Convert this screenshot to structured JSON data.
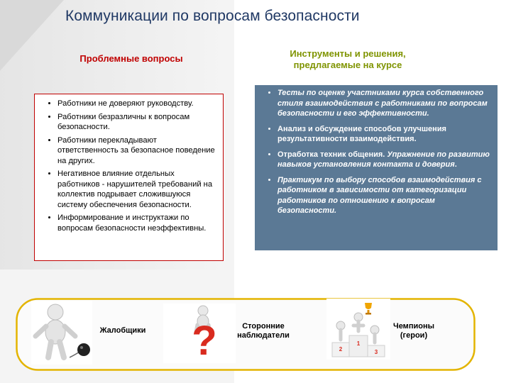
{
  "title": "Коммуникации по вопросам безопасности",
  "left_heading": "Проблемные вопросы",
  "right_heading_line1": "Инструменты и решения,",
  "right_heading_line2": "предлагаемые на курсе",
  "problems": [
    "Работники не доверяют руководству.",
    "Работники безразличны к вопросам безопасности.",
    "Работники перекладывают ответственность за безопасное поведение на других.",
    "Негативное влияние отдельных работников  - нарушителей требований на коллектив подрывает сложившуюся систему обеспечения безопасности.",
    "Информирование и инструктажи по вопросам безопасности неэффективны."
  ],
  "solutions": {
    "item1": "Тесты по оценке участниками курса собственного стиля взаимодействия с работниками по вопросам безопасности и его эффективности.",
    "item2": "Анализ и обсуждение способов улучшения результативности взаимодействия.",
    "item3_plain": "Отработка техник общения. ",
    "item3_italic": "Упражнение по развитию навыков установления контакта и доверия",
    "item3_end": ".",
    "item4": "Практикум по выбору способов взаимодействия с работником в зависимости от категоризации работников по отношению к вопросам безопасности."
  },
  "categories": {
    "complainers": "Жалобщики",
    "observers_line1": "Сторонние",
    "observers_line2": "наблюдатели",
    "champions_line1": "Чемпионы",
    "champions_line2": "(герои)"
  },
  "podium": {
    "first": "1",
    "second": "2",
    "third": "3"
  },
  "colors": {
    "title": "#1f3864",
    "left_heading": "#c00000",
    "right_heading": "#7f9400",
    "solutions_bg": "#5b7995",
    "band_border": "#e3b400",
    "question_mark": "#d92b1f"
  },
  "icons": [
    "complainer-figure-icon",
    "ball-and-chain-icon",
    "question-mark-icon",
    "podium-icon",
    "trophy-icon"
  ]
}
